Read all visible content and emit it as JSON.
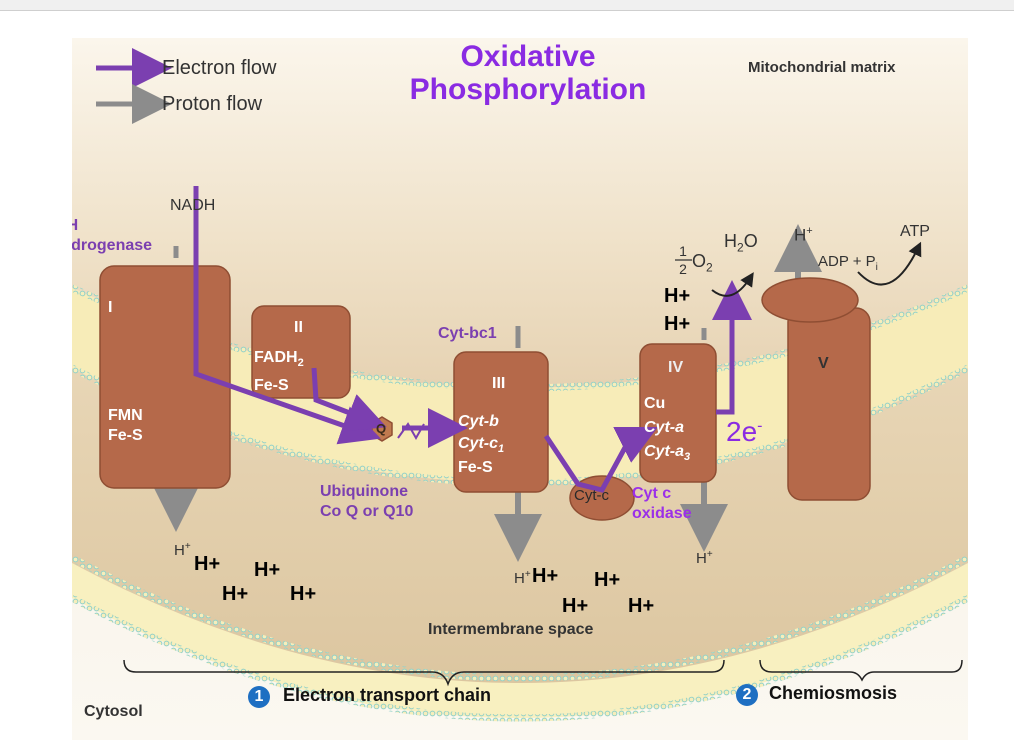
{
  "diagram": {
    "title": [
      "Oxidative",
      "Phosphorylation"
    ],
    "legend": [
      {
        "label": "Electron flow",
        "color": "#7b3fb0"
      },
      {
        "label": "Proton flow",
        "color": "#8c8c8c"
      }
    ],
    "regions": {
      "matrix": "Mitochondrial matrix",
      "intermembrane": "Intermembrane space",
      "cytosol": "Cytosol"
    },
    "labels": {
      "nadh": "NADH",
      "nadh_dehydrogenase": [
        "NADH",
        "Dehydrogenase"
      ],
      "cyt_bc1": "Cyt-bc1",
      "ubiquinone": [
        "Ubiquinone",
        "Co Q or Q10"
      ],
      "cyt_c_oxidase": [
        "Cyt c",
        "oxidase"
      ],
      "two_e": "2e",
      "two_e_sup": "-",
      "half": [
        "1",
        "2"
      ],
      "o2": "O",
      "o2_sub": "2",
      "h2o": "H",
      "h2o_sub": "2",
      "h2o_o": "O",
      "h_top": "H",
      "h_sup": "+",
      "atp": "ATP",
      "adp": "ADP + P",
      "adp_sub": "i",
      "q": "Q"
    },
    "complexes": {
      "I": {
        "roman": "I",
        "lines": [
          "FMN",
          "Fe-S"
        ]
      },
      "II": {
        "roman": "II",
        "lines": [
          "FADH",
          "Fe-S"
        ],
        "sub": "2"
      },
      "III": {
        "roman": "III",
        "lines": [
          "Cyt-b",
          "Cyt-c",
          "Fe-S"
        ],
        "sub": "1"
      },
      "IV": {
        "roman": "IV",
        "lines": [
          "Cu",
          "Cyt-a",
          "Cyt-a"
        ],
        "sub": "3"
      },
      "V": {
        "roman": "V"
      },
      "cytc": "Cyt-c"
    },
    "protons": {
      "big": "H+",
      "small": "H",
      "small_sup": "+"
    },
    "sections": [
      {
        "number": "1",
        "label": "Electron transport chain"
      },
      {
        "number": "2",
        "label": "Chemiosmosis"
      }
    ]
  }
}
